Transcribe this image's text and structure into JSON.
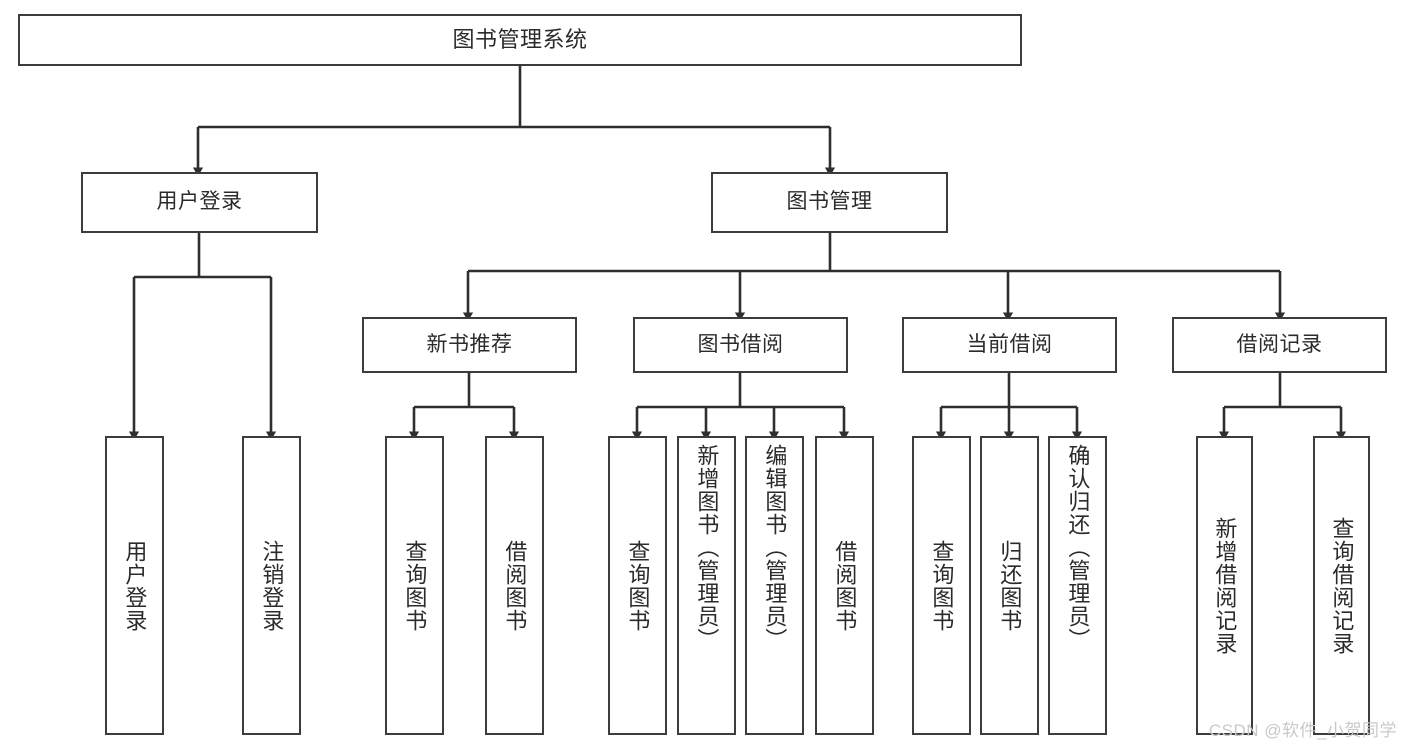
{
  "diagram": {
    "title": "图书管理系统",
    "type": "tree",
    "colors": {
      "box_border": "#3c3c3c",
      "box_fill": "#ffffff",
      "text": "#2b2b2b",
      "connector": "#2f2f2f",
      "watermark": "#c9c9c9",
      "background": "#ffffff"
    },
    "root": {
      "id": "root",
      "label": "图书管理系统"
    },
    "level1": [
      {
        "id": "user-login",
        "label": "用户登录"
      },
      {
        "id": "book-management",
        "label": "图书管理"
      }
    ],
    "level2": [
      {
        "id": "new-book-recommend",
        "label": "新书推荐",
        "parent": "book-management"
      },
      {
        "id": "book-borrow",
        "label": "图书借阅",
        "parent": "book-management"
      },
      {
        "id": "current-borrow",
        "label": "当前借阅",
        "parent": "book-management"
      },
      {
        "id": "borrow-record",
        "label": "借阅记录",
        "parent": "book-management"
      }
    ],
    "leaves": [
      {
        "id": "leaf-user-login",
        "label": "用户登录",
        "parent": "user-login"
      },
      {
        "id": "leaf-user-logout",
        "label": "注销登录",
        "parent": "user-login"
      },
      {
        "id": "leaf-recommend-query-book",
        "label": "查询图书",
        "parent": "new-book-recommend"
      },
      {
        "id": "leaf-recommend-borrow-book",
        "label": "借阅图书",
        "parent": "new-book-recommend"
      },
      {
        "id": "leaf-borrow-query-book",
        "label": "查询图书",
        "parent": "book-borrow"
      },
      {
        "id": "leaf-borrow-add-book",
        "label": "新增图书（管理员）",
        "parent": "book-borrow"
      },
      {
        "id": "leaf-borrow-edit-book",
        "label": "编辑图书（管理员）",
        "parent": "book-borrow"
      },
      {
        "id": "leaf-borrow-borrow-book",
        "label": "借阅图书",
        "parent": "book-borrow"
      },
      {
        "id": "leaf-current-query-book",
        "label": "查询图书",
        "parent": "current-borrow"
      },
      {
        "id": "leaf-current-return-book",
        "label": "归还图书",
        "parent": "current-borrow"
      },
      {
        "id": "leaf-current-confirm-return",
        "label": "确认归还（管理员）",
        "parent": "current-borrow"
      },
      {
        "id": "leaf-record-add",
        "label": "新增借阅记录",
        "parent": "borrow-record"
      },
      {
        "id": "leaf-record-query",
        "label": "查询借阅记录",
        "parent": "borrow-record"
      }
    ]
  },
  "watermark": {
    "text": "CSDN @软件_小贺同学"
  }
}
